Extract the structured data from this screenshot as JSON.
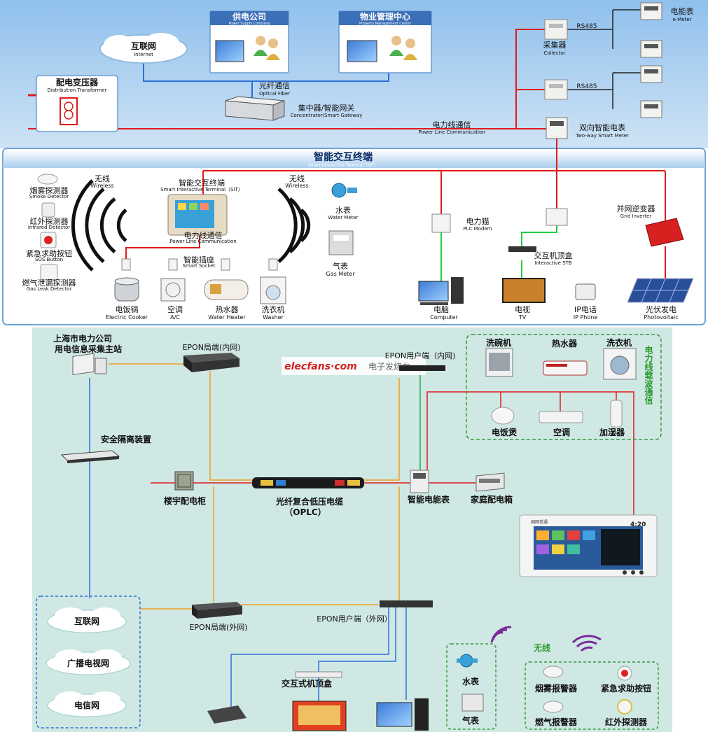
{
  "top": {
    "power_company": {
      "zh": "供电公司",
      "en": "Power Supply Company"
    },
    "property_center": {
      "zh": "物业管理中心",
      "en": "Property Management Center"
    },
    "internet": {
      "zh": "互联网",
      "en": "Internet"
    },
    "transformer": {
      "zh": "配电变压器",
      "en": "Distribution Transformer"
    },
    "optical_fiber": {
      "zh": "光纤通信",
      "en": "Optical Fiber"
    },
    "concentrator": {
      "zh": "集中器/智能网关",
      "en": "Concentrator/Smart Gateway"
    },
    "plc": {
      "zh": "电力线通信",
      "en": "Power Line Communication"
    },
    "collector": {
      "zh": "采集器",
      "en": "Collector"
    },
    "rs485_1": "RS485",
    "rs485_2": "RS485",
    "emeter": {
      "zh": "电能表",
      "en": "e-Meter"
    },
    "smart_meter": {
      "zh": "双向智能电表",
      "en": "Two-way Smart Meter"
    },
    "sit_banner": {
      "zh": "智能交互终端",
      "en": "Smart Interactive Terminal（SIT）"
    },
    "smoke": {
      "zh": "烟雾探测器",
      "en": "Smoke Detector"
    },
    "infrared": {
      "zh": "红外探测器",
      "en": "Infrared Detector"
    },
    "sos": {
      "zh": "紧急求助按钮",
      "en": "SOS Button"
    },
    "gas_leak": {
      "zh": "燃气泄漏探测器",
      "en": "Gas Leak Detector"
    },
    "wireless_left": {
      "zh": "无线",
      "en": "Wireless"
    },
    "wireless_right": {
      "zh": "无线",
      "en": "Wireless"
    },
    "sit_device": {
      "zh": "智能交互终端",
      "en": "Smart Interactive Terminal（SIT）"
    },
    "sit_plc": {
      "zh": "电力线通信",
      "en": "Power Line Communication"
    },
    "smart_socket": {
      "zh": "智能插座",
      "en": "Smart Socket"
    },
    "water_meter": {
      "zh": "水表",
      "en": "Water Meter"
    },
    "gas_meter": {
      "zh": "气表",
      "en": "Gas Meter"
    },
    "cooker": {
      "zh": "电饭锅",
      "en": "Electric Cooker"
    },
    "ac": {
      "zh": "空调",
      "en": "A/C"
    },
    "heater": {
      "zh": "热水器",
      "en": "Water Heater"
    },
    "washer": {
      "zh": "洗衣机",
      "en": "Washer"
    },
    "plc_modem": {
      "zh": "电力猫",
      "en": "PLC Modem"
    },
    "stb": {
      "zh": "交互机顶盒",
      "en": "Interactive STB"
    },
    "inverter": {
      "zh": "并网逆变器",
      "en": "Grid Inverter"
    },
    "computer": {
      "zh": "电脑",
      "en": "Computer"
    },
    "tv": {
      "zh": "电视",
      "en": "TV"
    },
    "ip_phone": {
      "zh": "IP电话",
      "en": "IP Phone"
    },
    "pv": {
      "zh": "光伏发电",
      "en": "Photovoltaic"
    }
  },
  "bottom": {
    "station_line1": "上海市电力公司",
    "station_line2": "用电信息采集主站",
    "epon_olt_inner": "EPON局端(内网)",
    "epon_onu_inner": "EPON用户端（内网)",
    "watermark_brand": "elecfans·com",
    "watermark_zh": "电子发烧友",
    "dishwasher": "洗碗机",
    "water_heater": "热水器",
    "washing_machine": "洗衣机",
    "rice_cooker": "电饭煲",
    "air_con": "空调",
    "humidifier": "加湿器",
    "plc_vertical": "电力线载波通信",
    "isolation": "安全隔离装置",
    "building_cabinet": "楼宇配电柜",
    "oplc_line1": "光纤复合低压电缆",
    "oplc_line2": "（OPLC）",
    "smart_meter": "智能电能表",
    "home_box": "家庭配电箱",
    "panel_brand": "国网信通",
    "panel_time": "4:20",
    "internet": "互联网",
    "broadcast_tv": "广播电视网",
    "telecom": "电信网",
    "epon_olt_outer": "EPON局端(外网)",
    "epon_onu_outer": "EPON用户端（外网）",
    "stb": "交互式机顶盒",
    "water_meter": "水表",
    "gas_meter": "气表",
    "wireless": "无线",
    "smoke_alarm": "烟雾报警器",
    "sos_button": "紧急求助按钮",
    "gas_alarm": "燃气报警器",
    "infrared": "红外探测器"
  },
  "colors": {
    "top_bg": "#bcd8f2",
    "bottom_bg": "#cfe8e4",
    "power_line": "#e01b1b",
    "fiber_line": "#2b6fd6",
    "orange_line": "#f0a020",
    "green_line": "#22aa44"
  }
}
